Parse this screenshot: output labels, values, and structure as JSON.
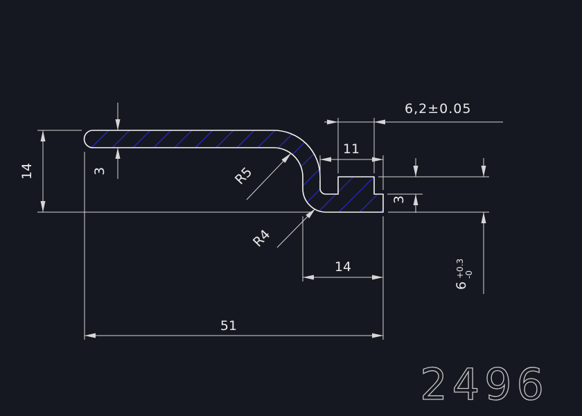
{
  "drawing": {
    "number": "2496",
    "colors": {
      "background": "#151820",
      "profile_line": "#f5f5f5",
      "dimension_line": "#d6d6d6",
      "text": "#eaeaea",
      "hatch": "#2c2cd4",
      "number_stroke": "#c8c8c8"
    },
    "dims": {
      "overall_height": "14",
      "flange_thickness": "3",
      "boss_width": "6,2±0.05",
      "slot_width": "11",
      "inner_radius": "R5",
      "outer_radius": "R4",
      "boss_height": "3",
      "foot_width": "14",
      "overall_width": "51",
      "foot_height": "6",
      "foot_height_tol_upper": "+0.3",
      "foot_height_tol_lower": "-0"
    }
  }
}
